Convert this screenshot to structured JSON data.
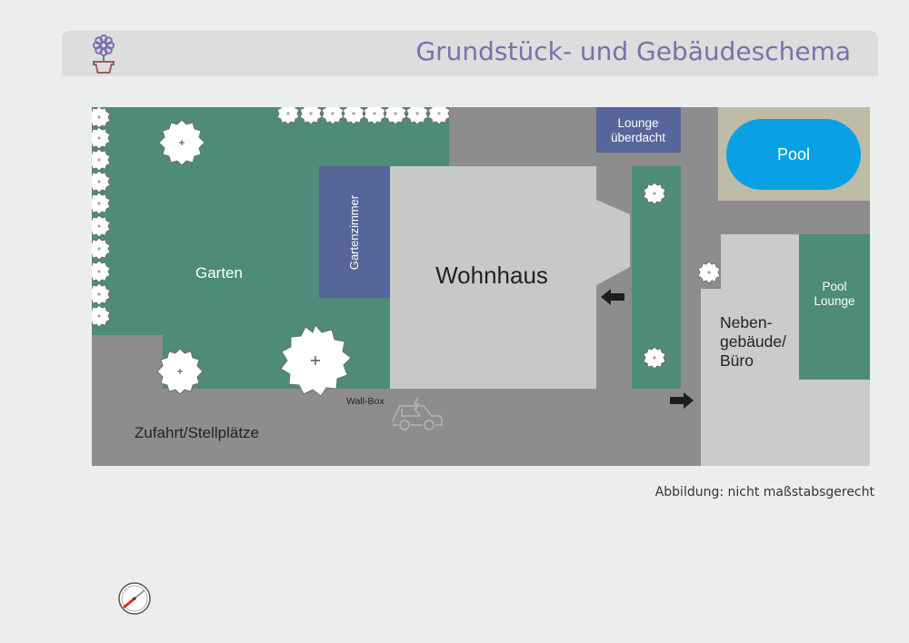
{
  "header": {
    "title": "Grundstück- und Gebäudeschema",
    "logo_icon": "flower-pot-icon"
  },
  "plan": {
    "areas": {
      "garten": "Garten",
      "gartenzimmer": "Gartenzimmer",
      "wohnhaus": "Wohnhaus",
      "lounge_line1": "Lounge",
      "lounge_line2": "überdacht",
      "pool": "Pool",
      "pool_lounge_line1": "Pool",
      "pool_lounge_line2": "Lounge",
      "nebengebaeude_line1": "Neben-",
      "nebengebaeude_line2": "gebäude/",
      "nebengebaeude_line3": "Büro",
      "zufahrt": "Zufahrt/Stellplätze",
      "wallbox": "Wall-Box"
    },
    "colors": {
      "garden": "#4e8b78",
      "paving": "#8d8d8d",
      "house": "#c7c9c8",
      "annex": "#cbcbcb",
      "building_blue": "#56659a",
      "pool_water": "#0aa0e6",
      "pool_deck": "#bebca6"
    }
  },
  "footer": {
    "caption": "Abbildung: nicht maßstabsgerecht",
    "compass_icon": "compass-icon"
  }
}
